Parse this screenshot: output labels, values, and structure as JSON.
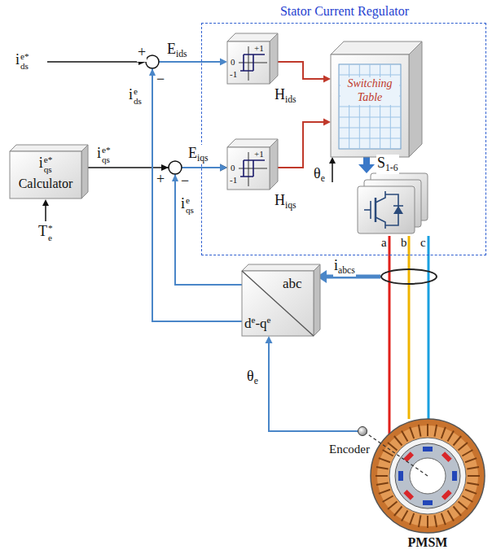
{
  "diagram": {
    "nodes": [
      {
        "text": [
          "Stator Current Regulator"
        ]
      },
      {
        "text": [
          "+1",
          "0",
          "-1"
        ],
        "in": 0
      },
      {
        "text": [
          "Switching Table"
        ],
        "in": 0
      },
      {
        "text": [
          "+1",
          "0",
          "-1"
        ],
        "in": 0
      },
      {
        "text": [
          "a",
          "b",
          "c"
        ],
        "in": 0
      },
      {
        "text": [
          "ie*qs",
          "Calculator"
        ]
      },
      {
        "text": [
          "abc",
          "de-qe"
        ]
      },
      {
        "text": [
          "PMSM"
        ]
      },
      {
        "text": [
          "Encoder"
        ]
      }
    ],
    "edges": [
      {
        "from": 5,
        "to": 3,
        "label": "Eiqs",
        "arrow": "to"
      },
      {
        "from": 6,
        "to": 1,
        "label": "ieds",
        "arrow": "to"
      },
      {
        "from": 6,
        "to": 3,
        "label": "ieqs",
        "arrow": "to"
      },
      {
        "from": 1,
        "to": 2,
        "label": "Hids",
        "arrow": "to"
      },
      {
        "from": 3,
        "to": 2,
        "label": "Hiqs",
        "arrow": "to"
      },
      {
        "from": 2,
        "to": 4,
        "label": "S1-6",
        "arrow": "to"
      },
      {
        "from": 4,
        "to": 7,
        "arrow": "none"
      },
      {
        "from": 8,
        "to": 6,
        "label": "θe",
        "arrow": "to"
      }
    ],
    "labels": [
      "ie*ds",
      "+",
      "−",
      "Eids",
      "ie*qs",
      "+",
      "−",
      "T*e",
      "θe",
      "iabcs"
    ]
  }
}
